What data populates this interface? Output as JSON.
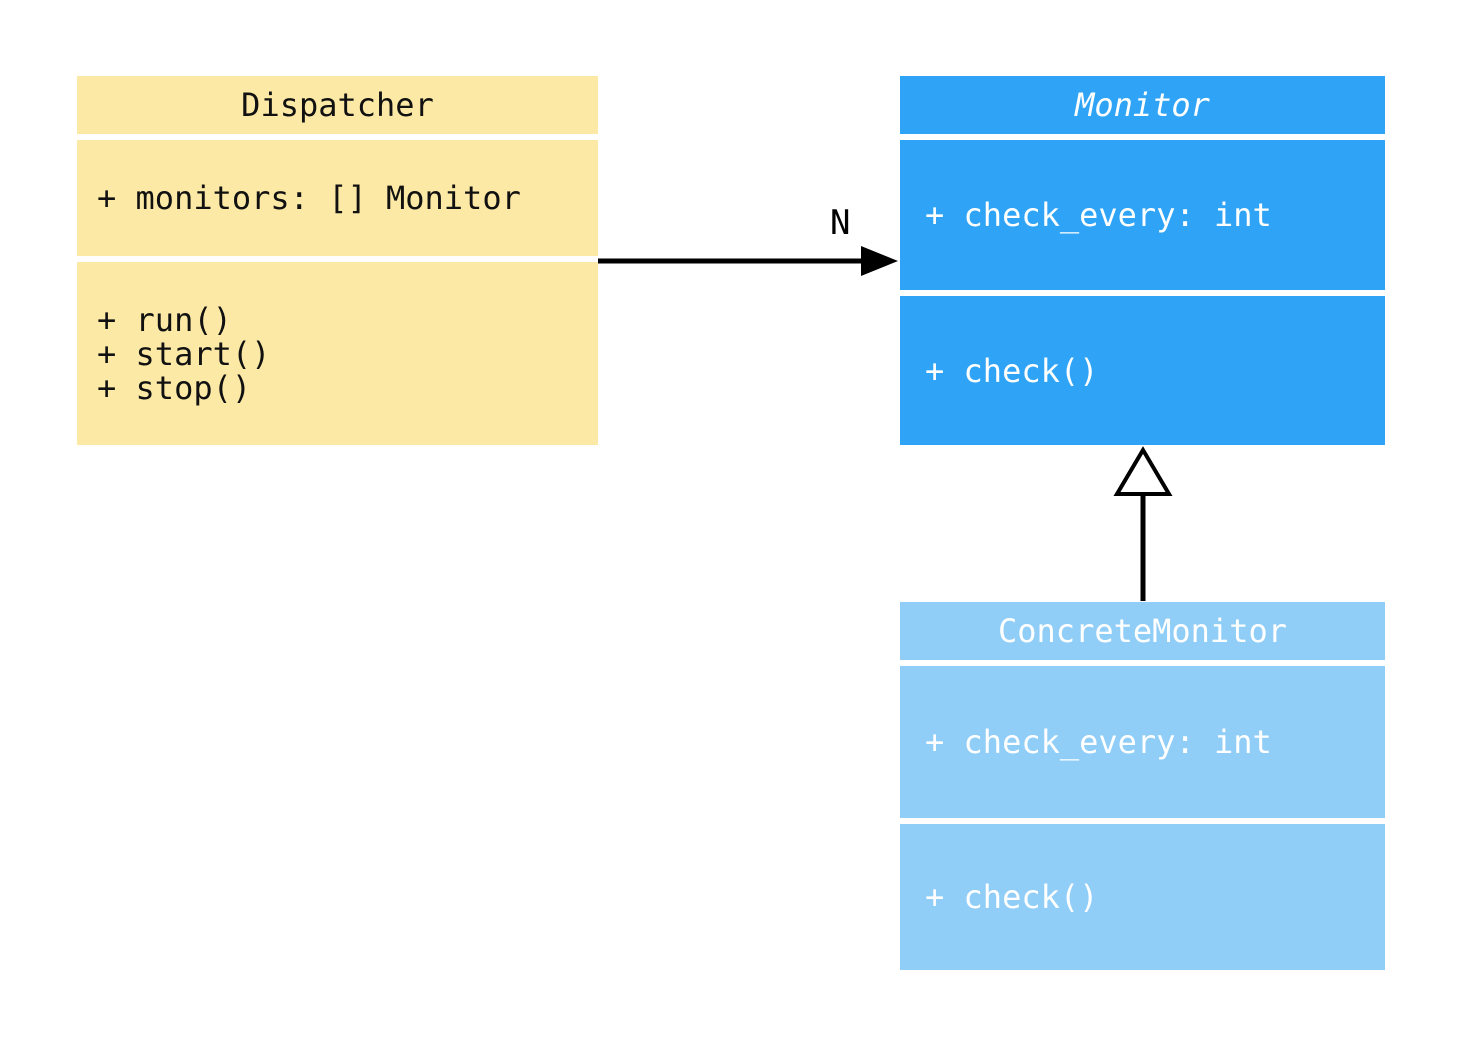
{
  "diagram": {
    "kind": "uml-class-diagram",
    "colors": {
      "background": "#ffffff",
      "arrow": "#000000",
      "divider": "#ffffff"
    },
    "classes": [
      {
        "name": "Dispatcher",
        "abstract": false,
        "fill": "#FCE9A5",
        "text_color": "#111111",
        "attributes": [
          "+ monitors: [] Monitor"
        ],
        "methods": [
          "+ run()",
          "+ start()",
          "+ stop()"
        ]
      },
      {
        "name": "Monitor",
        "abstract": true,
        "fill": "#2FA4F7",
        "text_color": "#ffffff",
        "attributes": [
          "+ check_every: int"
        ],
        "methods": [
          "+ check()"
        ]
      },
      {
        "name": "ConcreteMonitor",
        "abstract": false,
        "fill": "#90CEF8",
        "text_color": "#ffffff",
        "attributes": [
          "+ check_every: int"
        ],
        "methods": [
          "+ check()"
        ]
      }
    ],
    "relations": [
      {
        "type": "association",
        "from": "Dispatcher",
        "to": "Monitor",
        "label": "N"
      },
      {
        "type": "inheritance",
        "from": "ConcreteMonitor",
        "to": "Monitor",
        "label": ""
      }
    ]
  }
}
